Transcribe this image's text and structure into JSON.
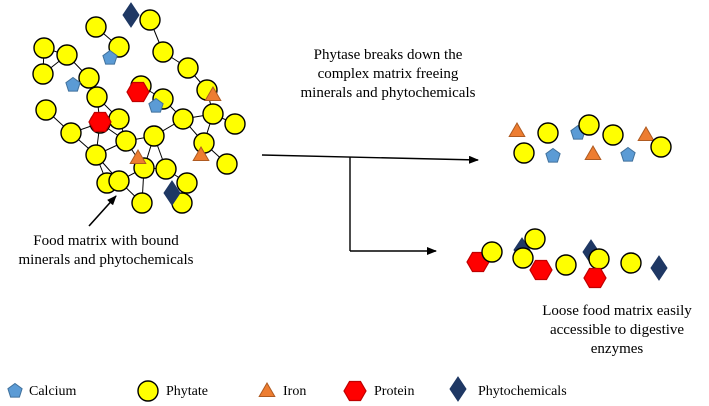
{
  "labels": {
    "process_line1": "Phytase breaks down the",
    "process_line2": "complex matrix freeing",
    "process_line3": "minerals and phytochemicals",
    "food_line1": "Food matrix with bound",
    "food_line2": "minerals and phytochemicals",
    "loose_line1": "Loose food matrix easily",
    "loose_line2": "accessible to digestive",
    "loose_line3": "enzymes"
  },
  "legend": [
    {
      "shape": "pentagon-icon",
      "label": "Calcium"
    },
    {
      "shape": "circle-icon",
      "label": "Phytate"
    },
    {
      "shape": "triangle-icon",
      "label": "Iron"
    },
    {
      "shape": "hexagon-icon",
      "label": "Protein"
    },
    {
      "shape": "diamond-icon",
      "label": "Phytochemicals"
    }
  ],
  "colors": {
    "calcium": "#5b9bd5",
    "calcium_stroke": "#41719c",
    "phytate": "#ffff00",
    "phytate_stroke": "#000000",
    "iron": "#ed7d31",
    "iron_stroke": "#ae5a21",
    "protein": "#ff0000",
    "protein_stroke": "#c00000",
    "phytochemical": "#1f3864",
    "phytochemical_stroke": "#1f3864"
  }
}
